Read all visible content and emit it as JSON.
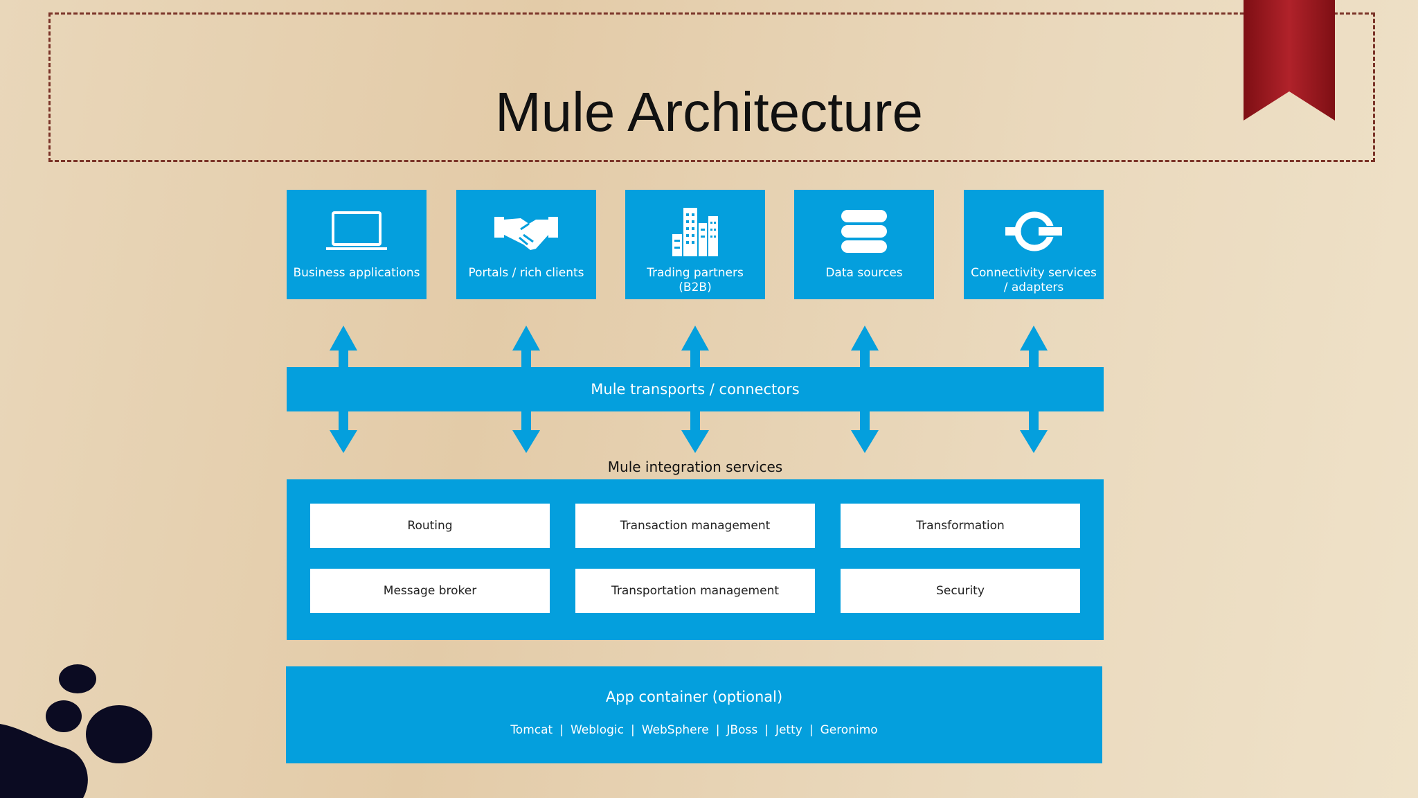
{
  "slide": {
    "title": "Mule Architecture"
  },
  "endpoints": [
    {
      "label": "Business applications",
      "icon": "laptop-icon"
    },
    {
      "label": "Portals / rich clients",
      "icon": "handshake-icon"
    },
    {
      "label": "Trading partners (B2B)",
      "icon": "buildings-icon"
    },
    {
      "label": "Data sources",
      "icon": "database-icon"
    },
    {
      "label": "Connectivity services / adapters",
      "icon": "plug-connector-icon"
    }
  ],
  "transports": {
    "label": "Mule transports / connectors"
  },
  "integration": {
    "title": "Mule integration services",
    "services": [
      "Routing",
      "Transaction management",
      "Transformation",
      "Message broker",
      "Transportation management",
      "Security"
    ]
  },
  "container": {
    "title": "App container (optional)",
    "servers": [
      "Tomcat",
      "Weblogic",
      "WebSphere",
      "JBoss",
      "Jetty",
      "Geronimo"
    ],
    "separator": "|"
  },
  "colors": {
    "accent_blue": "#049fdd",
    "ribbon_red": "#9c1a1f",
    "frame_red": "#7a3328",
    "background": "#e6d2b3"
  }
}
